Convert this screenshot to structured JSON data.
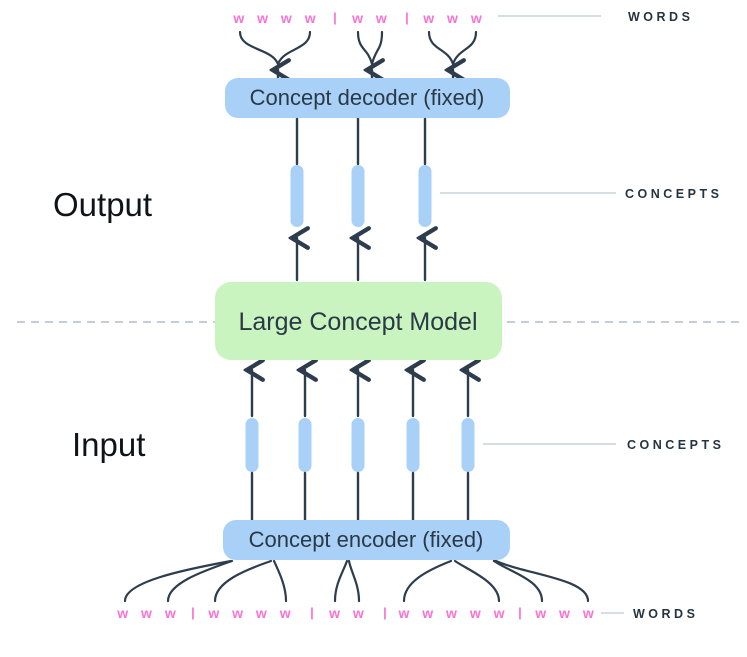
{
  "diagram": {
    "side_labels": {
      "output": "Output",
      "input": "Input"
    },
    "boxes": {
      "decoder": "Concept decoder (fixed)",
      "lcm": "Large Concept Model",
      "encoder": "Concept encoder (fixed)"
    },
    "ref_labels": {
      "words_top": "WORDS",
      "concepts_output": "CONCEPTS",
      "concepts_input": "CONCEPTS",
      "words_bottom": "WORDS"
    },
    "word_rows": {
      "separator": "|",
      "top_groups": [
        "w w w w",
        "w w",
        "w w w"
      ],
      "bottom_groups": [
        "w w w",
        "w w w w",
        "w w",
        "w w w w w",
        "w w w"
      ]
    },
    "counts": {
      "output_concepts": 3,
      "input_concepts": 5
    },
    "colors": {
      "box_blue": "#a9d1f8",
      "box_green": "#c9f4c0",
      "words_pink": "#f973d2",
      "line_dark": "#2e3d4d",
      "ref_line": "#c9d3dc",
      "dashed_divider": "#c3ced8"
    }
  }
}
